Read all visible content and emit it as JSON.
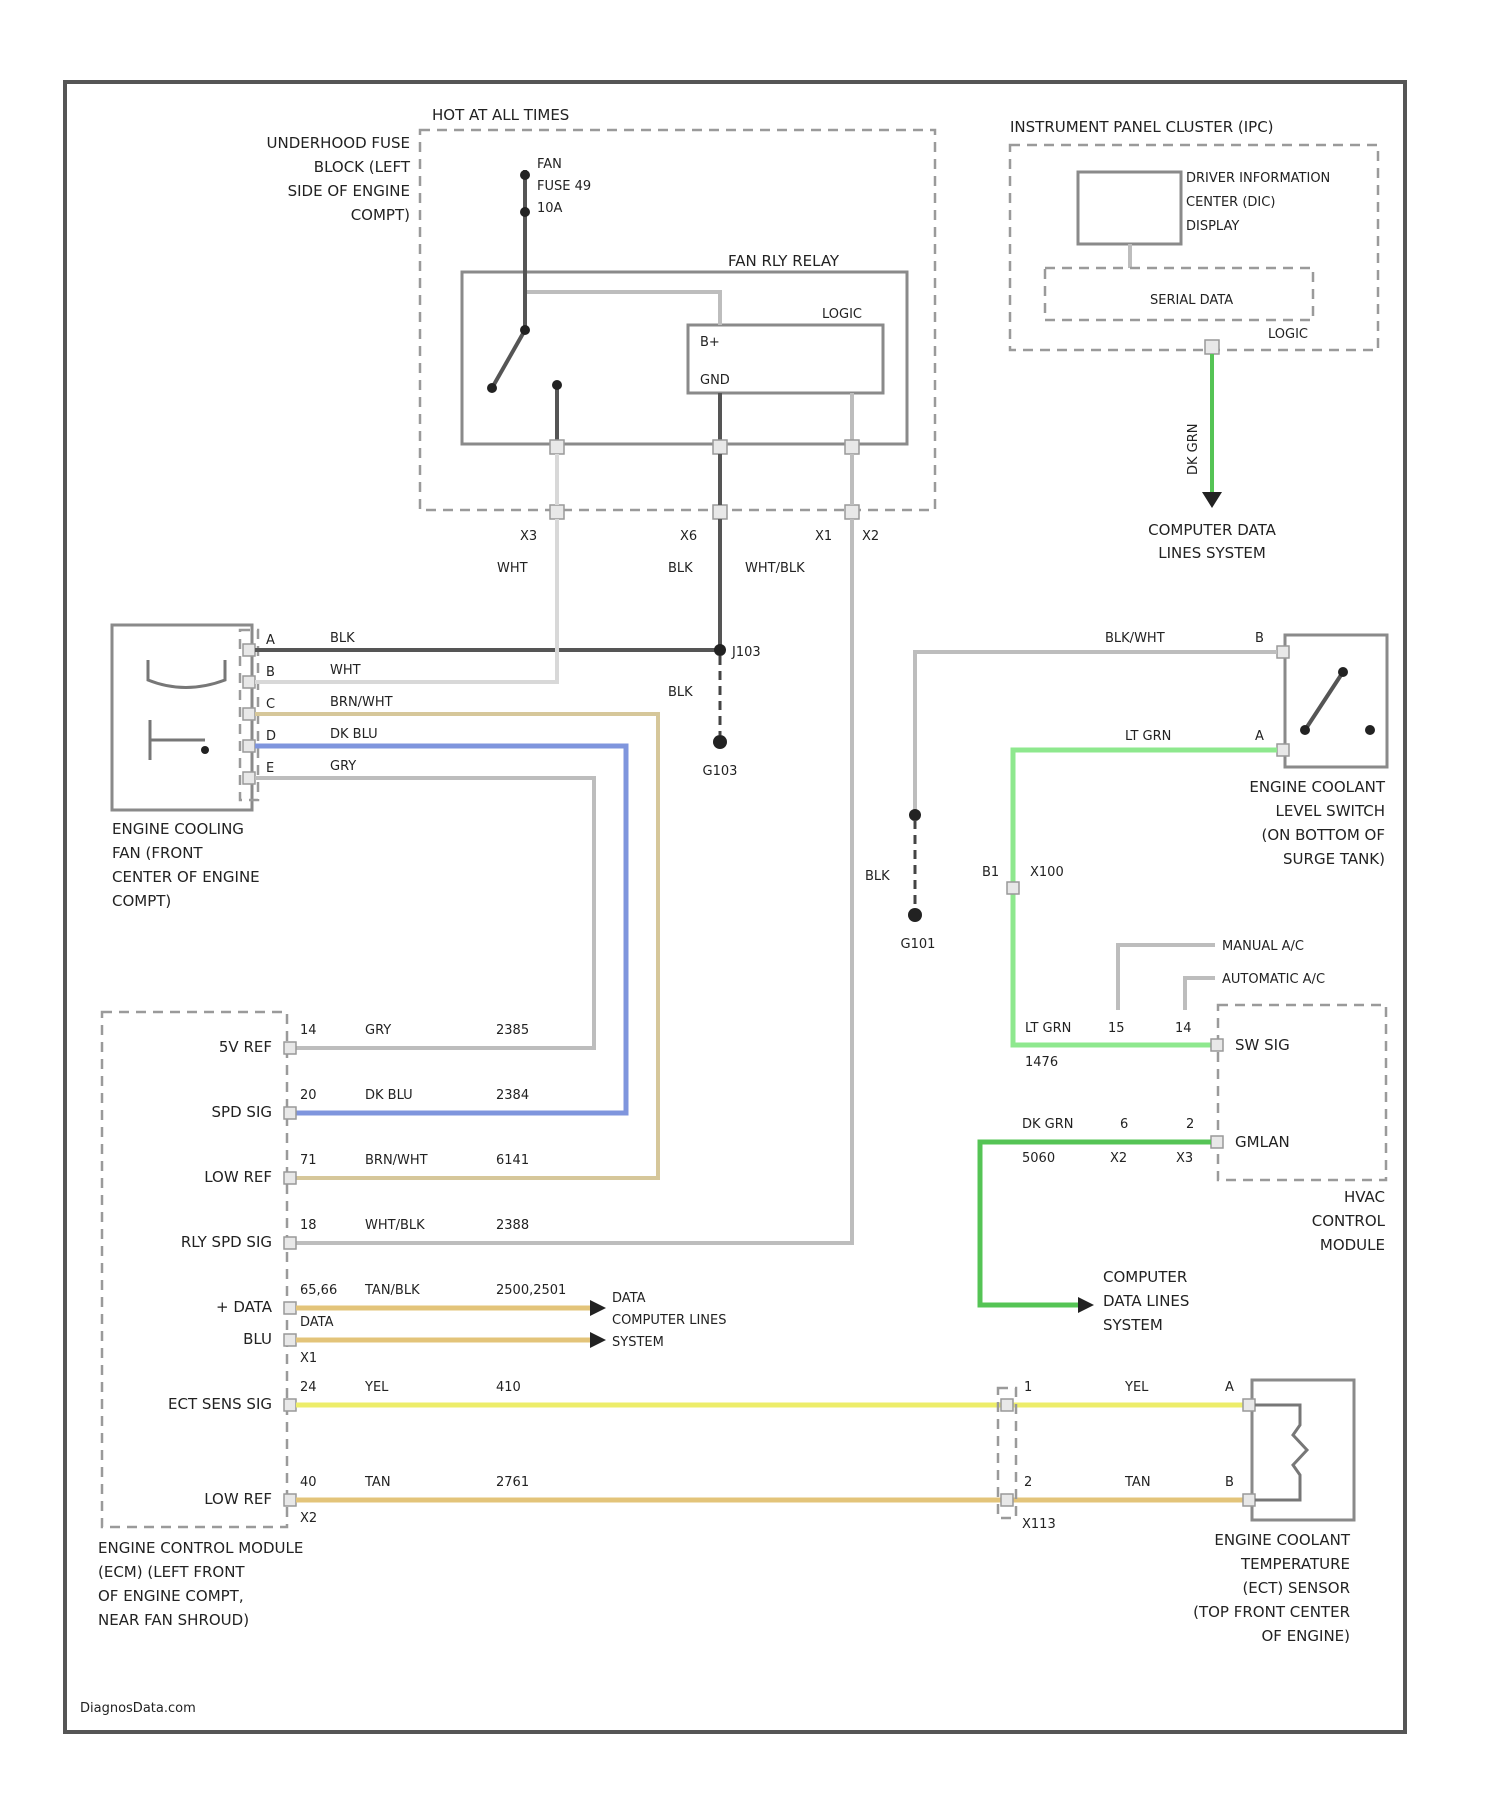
{
  "diagram": {
    "fuse_block": {
      "hot_label": "HOT AT ALL TIMES",
      "name": [
        "UNDERHOOD FUSE",
        "BLOCK (LEFT",
        "SIDE OF ENGINE",
        "COMPT)"
      ],
      "fuse": [
        "FAN",
        "FUSE 49",
        "10A"
      ],
      "relay": "FAN RLY RELAY",
      "logic": "LOGIC",
      "bplus": "B+",
      "gnd": "GND",
      "pins": [
        "X3",
        "X6",
        "X1",
        "X2"
      ]
    },
    "ipc": {
      "title": "INSTRUMENT PANEL CLUSTER (IPC)",
      "dic": [
        "DRIVER INFORMATION",
        "CENTER (DIC)",
        "DISPLAY"
      ],
      "serial": "SERIAL DATA",
      "logic": "LOGIC",
      "wire": "DK GRN",
      "dest": [
        "COMPUTER DATA",
        "LINES SYSTEM"
      ]
    },
    "fan": {
      "name": [
        "ENGINE COOLING",
        "FAN (FRONT",
        "CENTER OF ENGINE",
        "COMPT)"
      ],
      "pins": [
        "A",
        "B",
        "C",
        "D",
        "E"
      ],
      "wires": [
        "BLK",
        "WHT",
        "BRN/WHT",
        "DK BLU",
        "GRY"
      ]
    },
    "splice": {
      "name": "J103",
      "wire": "BLK",
      "ground": "G103"
    },
    "relay_wires": {
      "w1": "WHT",
      "w2": "BLK",
      "w3": "WHT/BLK"
    },
    "level_switch": {
      "name": [
        "ENGINE COOLANT",
        "LEVEL SWITCH",
        "(ON BOTTOM OF",
        "SURGE TANK)"
      ],
      "pin_b": "B",
      "pin_a": "A",
      "wire_b": "BLK/WHT",
      "wire_a": "LT GRN",
      "connector": "X100",
      "conn_pin": "B1",
      "gnd_wire": "BLK",
      "ground": "G101"
    },
    "hvac": {
      "name": [
        "HVAC",
        "CONTROL",
        "MODULE"
      ],
      "manual": "MANUAL A/C",
      "auto": "AUTOMATIC A/C",
      "sw_sig": "SW SIG",
      "gmlan": "GMLAN",
      "wire_sw": "LT GRN",
      "circuit_sw": "1476",
      "pin_m": "15",
      "pin_a": "14",
      "wire_data": "DK GRN",
      "circuit_data": "5060",
      "pin_x2": "X2",
      "pin_x3": "X3",
      "pin_6": "6",
      "pin_2": "2",
      "dest": [
        "COMPUTER",
        "DATA LINES",
        "SYSTEM"
      ]
    },
    "ecm": {
      "name": [
        "ENGINE CONTROL MODULE",
        "(ECM) (LEFT FRONT",
        "OF ENGINE COMPT,",
        "NEAR FAN SHROUD)"
      ],
      "rows": [
        {
          "label": "5V REF",
          "pin": "14",
          "color": "GRY",
          "circuit": "2385"
        },
        {
          "label": "SPD SIG",
          "pin": "20",
          "color": "DK BLU",
          "circuit": "2384"
        },
        {
          "label": "LOW REF",
          "pin": "71",
          "color": "BRN/WHT",
          "circuit": "6141"
        },
        {
          "label": "RLY SPD SIG",
          "pin": "18",
          "color": "WHT/BLK",
          "circuit": "2388"
        }
      ],
      "data_plus": "+ DATA",
      "data_minus": "BLU",
      "data_pins": "65,66",
      "data_colors": "TAN/BLK",
      "data_circuits": "2500,2501",
      "data_dest": [
        "DATA",
        "COMPUTER LINES",
        "SYSTEM"
      ],
      "data_note": "DATA",
      "x1": "X1",
      "ect_label": "ECT SENS SIG",
      "ect_pin": "24",
      "ect_color": "YEL",
      "ect_circuit": "410",
      "low_label": "LOW REF",
      "low_pin": "40",
      "low_color": "TAN",
      "low_circuit": "2761",
      "x2": "X2"
    },
    "ect_sensor": {
      "name": [
        "ENGINE COOLANT",
        "TEMPERATURE",
        "(ECT) SENSOR",
        "(TOP FRONT CENTER",
        "OF ENGINE)"
      ],
      "pin_a": "A",
      "pin_b": "B",
      "in1": "1",
      "in2": "2",
      "connector": "X113",
      "w1": "YEL",
      "w2": "TAN"
    },
    "footer": "DiagnosData.com"
  },
  "colors": {
    "dk_blu": "#7f95dd",
    "brn_wht": "#d6c79a",
    "lt_grn": "#8ee88e",
    "dk_grn": "#55c455",
    "yel": "#eded6a",
    "tan": "#e3c47a"
  }
}
